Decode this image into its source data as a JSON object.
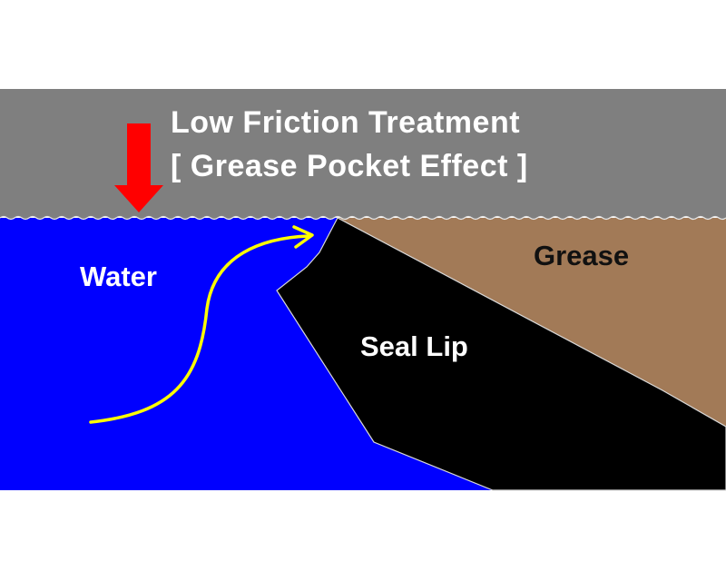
{
  "title": {
    "line1": "Low Friction Treatment",
    "line2": "[ Grease Pocket Effect ]"
  },
  "regions": {
    "water": "Water",
    "grease": "Grease",
    "seal_lip": "Seal Lip"
  },
  "colors": {
    "surface": "#7f7f7f",
    "water": "#0000ff",
    "grease": "#a27a57",
    "seal_lip": "#000000",
    "arrow_down": "#ff0000",
    "flow_arrow": "#ffff00",
    "label_light": "#ffffff",
    "label_dark": "#111111"
  },
  "icons": {
    "down_arrow": "red-down-arrow-icon",
    "flow_arrow": "yellow-curved-arrow-icon"
  }
}
